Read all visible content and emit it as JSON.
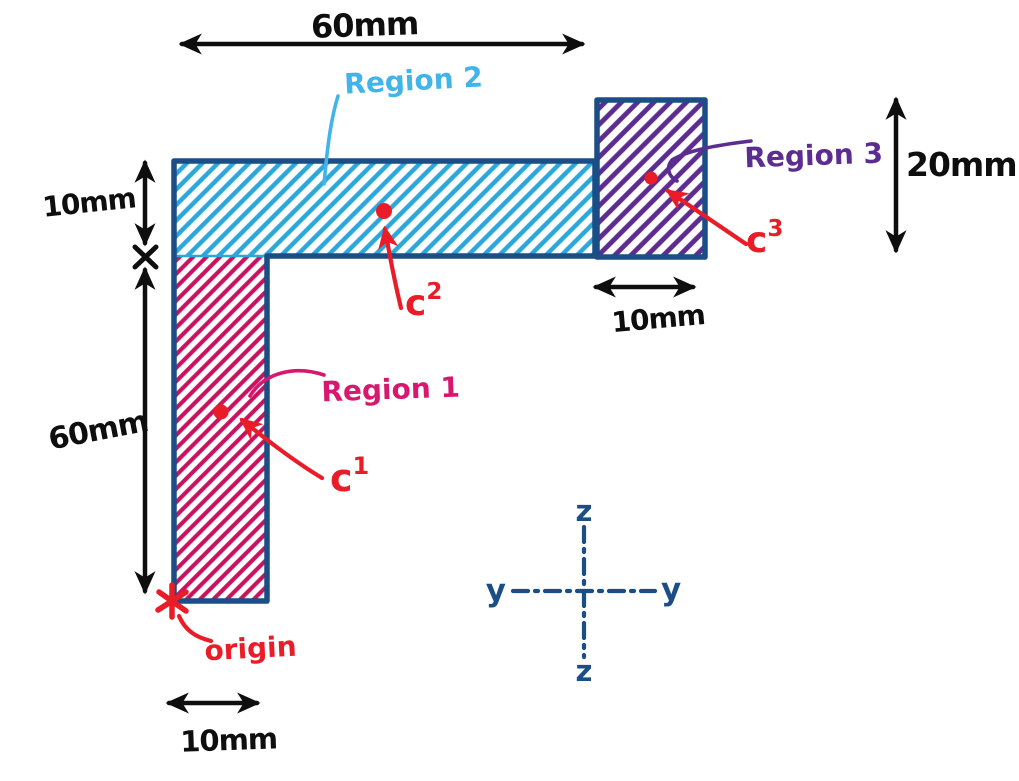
{
  "diagram": {
    "description": "Hand-drawn L-shaped cross-section sketch with three regions, centroids, origin and y-z axes",
    "dims": {
      "top": "60mm",
      "left_upper": "10mm",
      "left_lower": "60mm",
      "bottom": "10mm",
      "region3_width": "10mm",
      "region3_height": "20mm"
    },
    "regions": [
      {
        "label": "Region 1",
        "color": "#c9115f",
        "centroid": {
          "base": "c",
          "sup": "1"
        }
      },
      {
        "label": "Region 2",
        "color": "#2ba7dc",
        "centroid": {
          "base": "c",
          "sup": "2"
        }
      },
      {
        "label": "Region 3",
        "color": "#5c2c90",
        "centroid": {
          "base": "c",
          "sup": "3"
        }
      }
    ],
    "origin": {
      "label": "origin"
    },
    "axes": {
      "top": "z",
      "bottom": "z",
      "left": "y",
      "right": "y"
    },
    "colors": {
      "outline_navy": "#1b4e86",
      "region1_pink": "#c9115f",
      "region2_cyan": "#2ba7dc",
      "region3_purple": "#5c2c90",
      "annotation_red": "#ea1c28",
      "dimension_black": "#0e0e0e"
    }
  }
}
